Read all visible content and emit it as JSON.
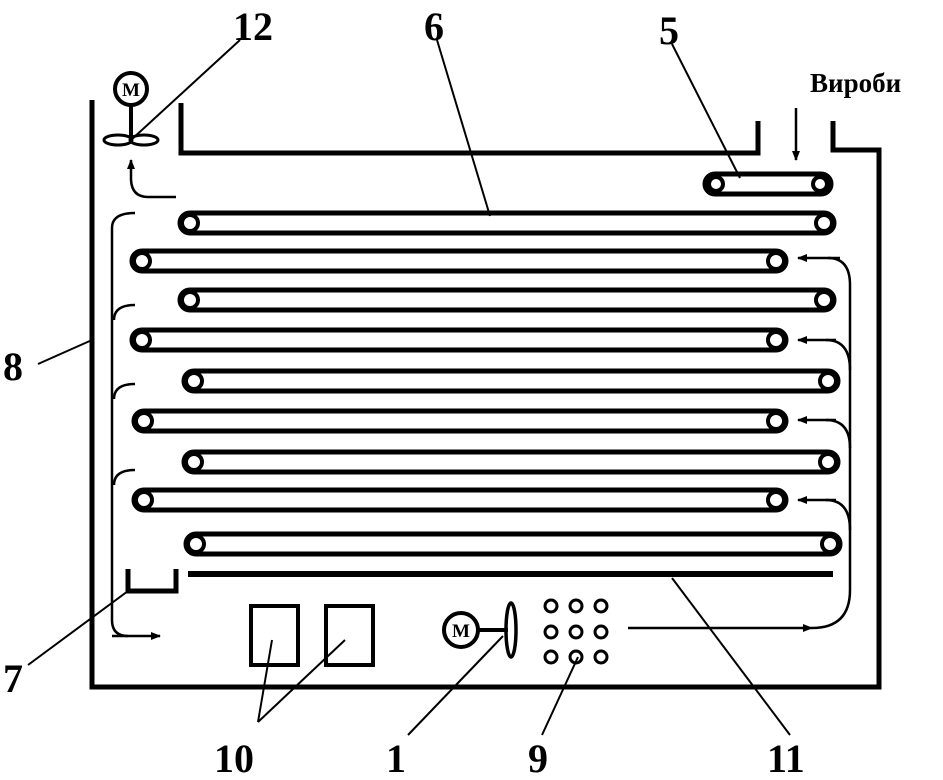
{
  "labels": {
    "n1": "1",
    "n5": "5",
    "n6": "6",
    "n7": "7",
    "n8": "8",
    "n9": "9",
    "n10": "10",
    "n11": "11",
    "n12": "12"
  },
  "inlet_label": "Вироби",
  "motor_letter": "М"
}
